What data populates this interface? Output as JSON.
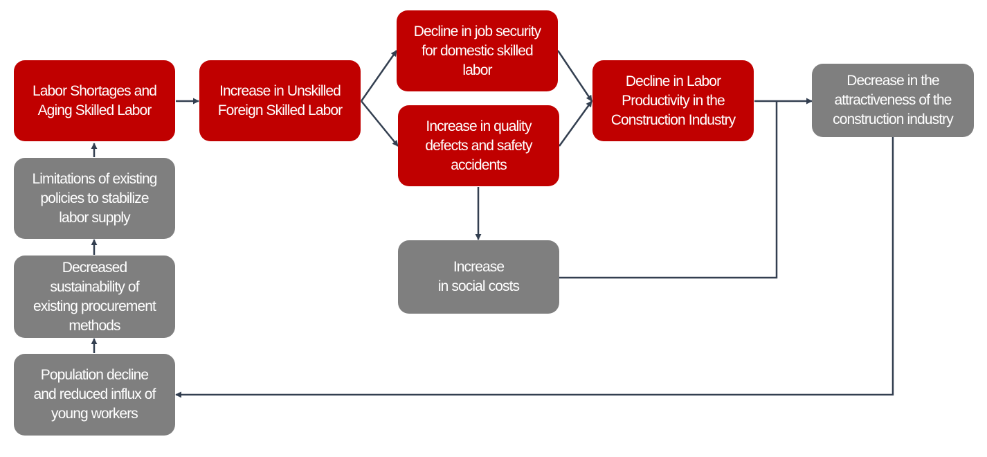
{
  "colors": {
    "red_node": "#c00000",
    "gray_node": "#7f7f7f",
    "connector": "#333f50"
  },
  "nodes": {
    "labor_shortages": "Labor Shortages and\nAging Skilled Labor",
    "unskilled_foreign": "Increase in Unskilled\nForeign Skilled Labor",
    "job_security": "Decline in job security\nfor domestic skilled\nlabor",
    "quality_defects": "Increase in quality\ndefects and safety\naccidents",
    "labor_productivity": "Decline in Labor\nProductivity in the\nConstruction Industry",
    "attractiveness": "Decrease in the\nattractiveness of the\nconstruction industry",
    "policies": "Limitations of existing\npolicies to stabilize\nlabor supply",
    "procurement": "Decreased\nsustainability of\nexisting procurement\nmethods",
    "social_costs": "Increase\nin social costs",
    "population": "Population decline\nand reduced influx of\nyoung workers"
  }
}
